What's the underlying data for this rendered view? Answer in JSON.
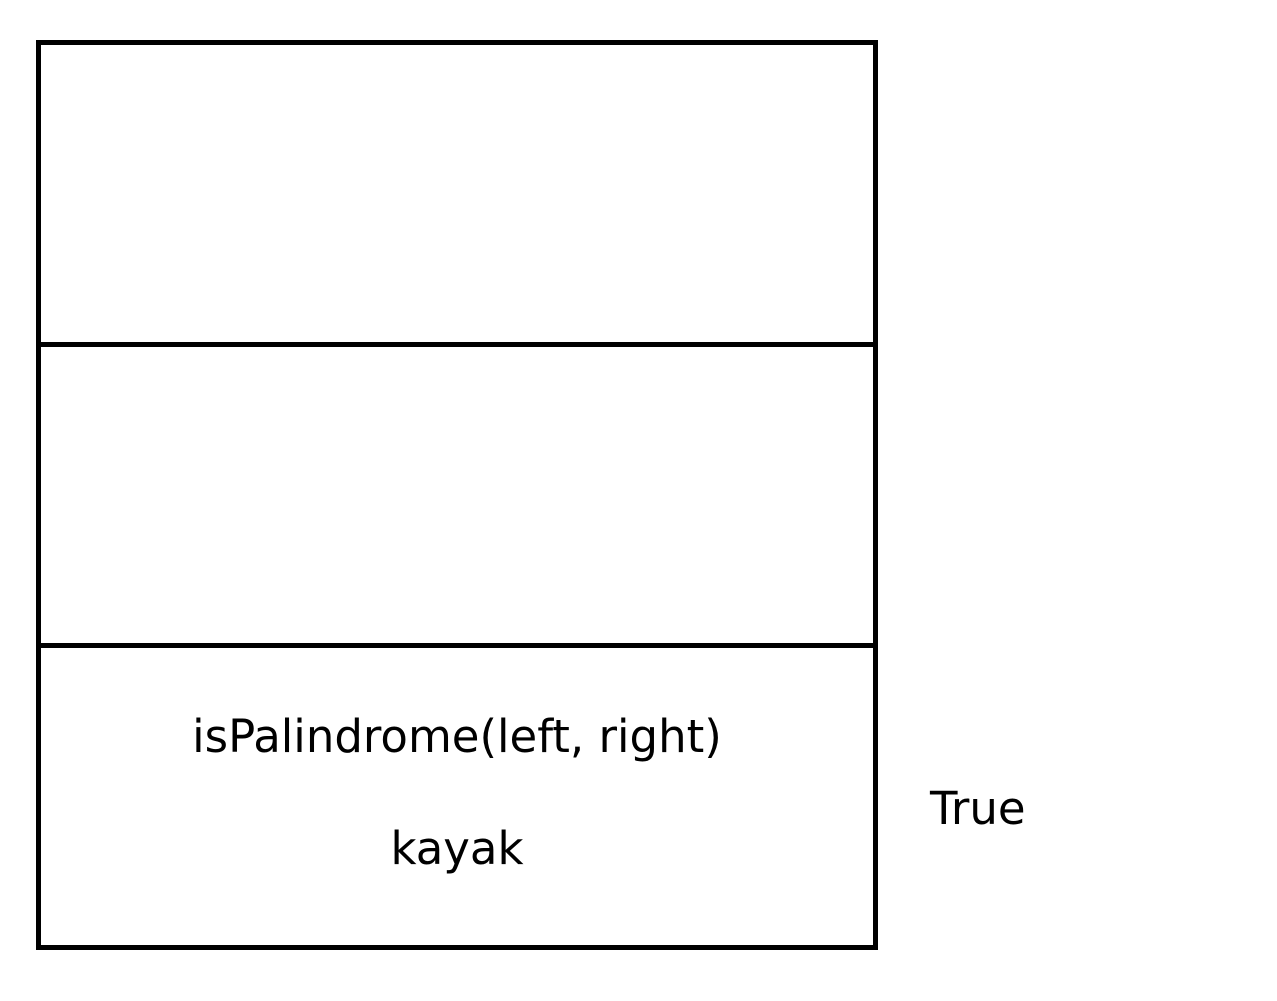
{
  "call_stack": {
    "frames": [
      {
        "call": "",
        "argument": ""
      },
      {
        "call": "",
        "argument": ""
      },
      {
        "call": "isPalindrome(left, right)",
        "argument": "kayak"
      }
    ]
  },
  "return_value": "True",
  "colors": {
    "background": "#ffffff",
    "stroke": "#000000",
    "text": "#000000"
  }
}
